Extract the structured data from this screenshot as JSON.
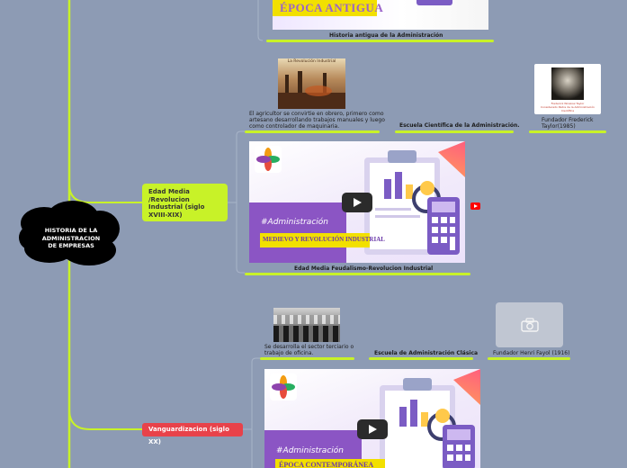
{
  "central": {
    "title": "HISTORIA DE LA ADMINISTRACION DE EMPRESAS",
    "lines": [
      "HISTORIA DE LA",
      "ADMINISTRACION",
      "DE EMPRESAS"
    ]
  },
  "branches": {
    "antigua": {
      "video_banner": "ÉPOCA ANTIGUA",
      "caption": "Historia antigua de la Administración"
    },
    "edad_media": {
      "node_lines": [
        "Edad Media",
        "/Revolucion",
        "Industrial (siglo",
        "XVIII-XIX)"
      ],
      "image_title": "La Revolución Industrial",
      "image_caption_lines": [
        "El agricultor se convirtie en obrero, primero como",
        "artesano desarrollando trabajos manuales y luego",
        "como controlador de maquinaria."
      ],
      "escuela": "Escuela Científica de la Administración.",
      "founder_card_lines": [
        "Frederick Winslow Taylor",
        "Considerado Padre de la Administración",
        "Científica"
      ],
      "founder_lines": [
        "Fundador Frederick",
        "Taylor(1985)"
      ],
      "video_hashtag": "#Administración",
      "video_banner": "MEDIEVO Y REVOLUCIÓN INDUSTRIAL",
      "video_caption": "Edad Media Feudalismo-Revolucion Industrial"
    },
    "vanguardizacion": {
      "node_label": "Vanguardizacion (siglo XX)",
      "image_caption_lines": [
        "Se desarrolla el sector terciario o",
        "trabajo de oficina."
      ],
      "escuela": "Escuela de Administración Clásica",
      "founder": "Fundador Henri Fayol (1916)",
      "video_hashtag": "#Administración",
      "video_banner": "ÉPOCA CONTEMPORÁNEA"
    }
  },
  "icons": {
    "youtube": "youtube-icon",
    "play": "play-icon",
    "camera": "camera-icon",
    "logo": "flower-logo-icon",
    "calculator": "calculator-icon",
    "magnifier": "magnifier-icon",
    "clipboard": "clipboard-icon"
  },
  "colors": {
    "background": "#8d9bb4",
    "branch": "#c8f228",
    "accent_red": "#e8424a",
    "cloud": "#000000",
    "banner_yellow": "#f2e000",
    "purple": "#9a63c9"
  }
}
